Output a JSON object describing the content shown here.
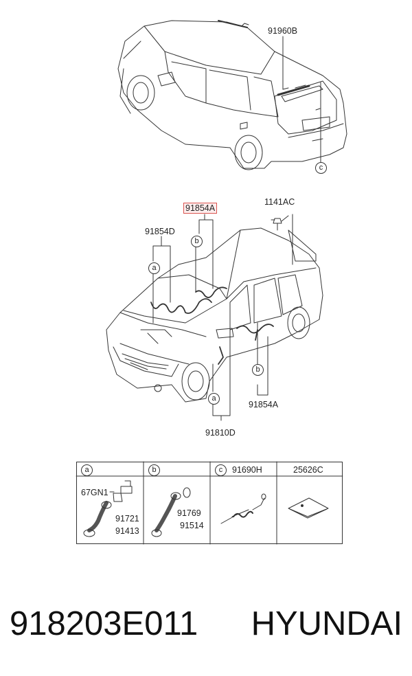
{
  "top_car": {
    "part_label": "91960B",
    "ref_circle": "c"
  },
  "middle_car": {
    "highlighted_part": "91854A",
    "bolt_part": "1141AC",
    "left_harness": "91854D",
    "door_harness": "91854A",
    "floor_harness": "91810D",
    "circles": {
      "a1": "a",
      "b1": "b",
      "b2": "b",
      "a2": "a"
    }
  },
  "parts_table": {
    "columns": [
      {
        "circle": "a",
        "label": "",
        "parts": [
          "67GN1",
          "91721",
          "91413"
        ]
      },
      {
        "circle": "b",
        "label": "",
        "parts": [
          "91769",
          "91514"
        ]
      },
      {
        "circle": "c",
        "label": "91690H",
        "parts": []
      },
      {
        "circle": "",
        "label": "25626C",
        "parts": []
      }
    ]
  },
  "footer": {
    "part_number": "918203E011",
    "brand": "HYUNDAI"
  }
}
